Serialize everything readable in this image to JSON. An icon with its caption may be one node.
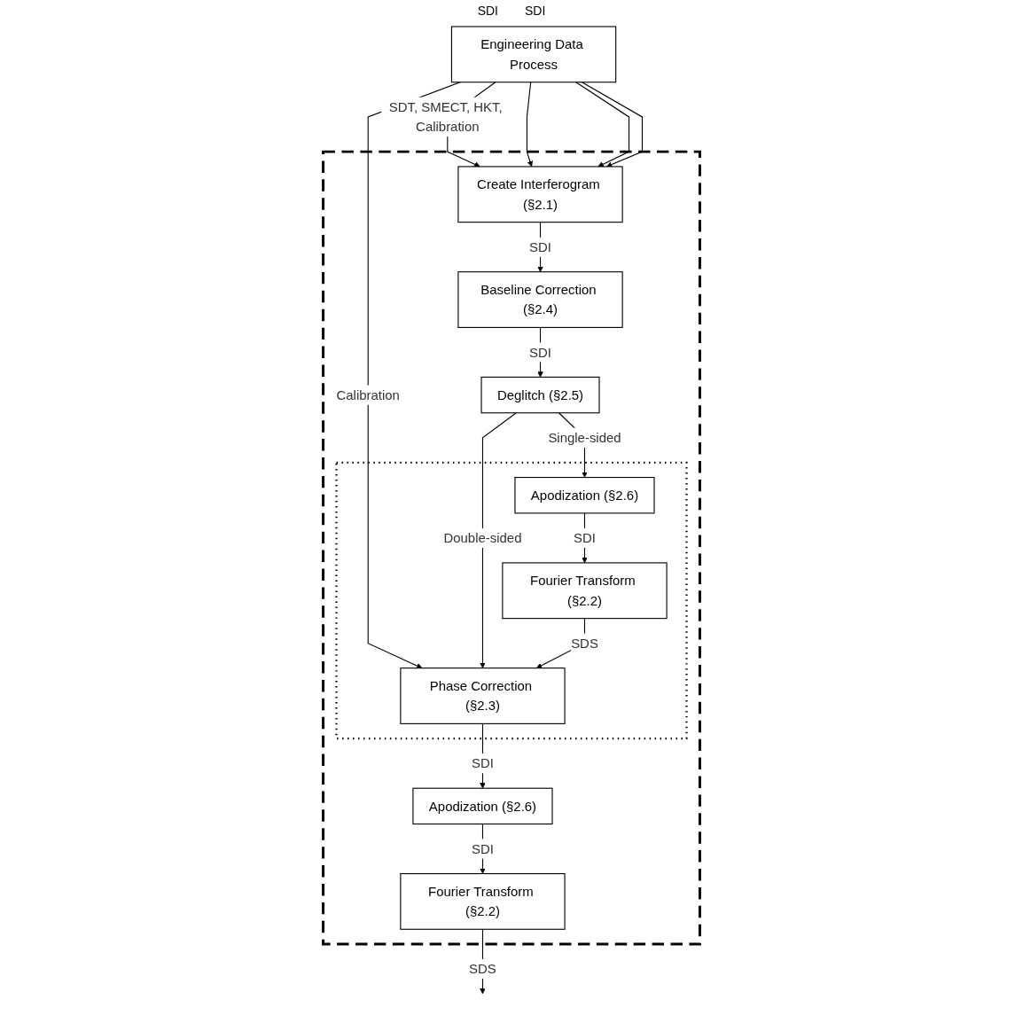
{
  "diagram": {
    "nodes": [
      {
        "text": [
          "Engineering Data Process"
        ]
      },
      {
        "text": [],
        "shape": "box"
      },
      {
        "text": [
          "Create Interferogram (§2.1)"
        ],
        "in": 1
      },
      {
        "text": [
          "Baseline Correction (§2.4)"
        ],
        "in": 1
      },
      {
        "text": [
          "Deglitch (§2.5)"
        ],
        "in": 1
      },
      {
        "text": [],
        "shape": "ellipse",
        "in": 1
      },
      {
        "text": [
          "Apodization (§2.6)"
        ],
        "in": 5
      },
      {
        "text": [
          "Fourier Transform (§2.2)"
        ],
        "in": 5
      },
      {
        "text": [
          "Phase Correction (§2.3)"
        ],
        "in": 5
      },
      {
        "text": [
          "Apodization (§2.6)"
        ],
        "in": 1
      },
      {
        "text": [
          "Fourier Transform (§2.2)"
        ],
        "in": 1
      }
    ],
    "edges": [
      {
        "from": 0,
        "to": 2,
        "arrow": "to",
        "label": "SDT, SMECT, HKT, Calibration"
      },
      {
        "from": 0,
        "to": 2,
        "arrow": "to"
      },
      {
        "from": 0,
        "to": 2,
        "arrow": "to"
      },
      {
        "from": 0,
        "to": 2,
        "arrow": "to"
      },
      {
        "from": 0,
        "to": 8,
        "arrow": "to",
        "label": "Calibration"
      },
      {
        "from": 2,
        "to": 3,
        "arrow": "to",
        "label": "SDI"
      },
      {
        "from": 3,
        "to": 4,
        "arrow": "to",
        "label": "SDI"
      },
      {
        "from": 4,
        "to": 8,
        "arrow": "to",
        "label": "Double-sided"
      },
      {
        "from": 4,
        "to": 6,
        "arrow": "to",
        "label": "Single-sided"
      },
      {
        "from": 6,
        "to": 7,
        "arrow": "to",
        "label": "SDI"
      },
      {
        "from": 7,
        "to": 8,
        "arrow": "to",
        "label": "SDS"
      },
      {
        "from": 8,
        "to": 9,
        "arrow": "to",
        "label": "SDI"
      },
      {
        "from": 9,
        "to": 10,
        "arrow": "to",
        "label": "SDI"
      },
      {
        "from": 10,
        "to": null,
        "arrow": "to",
        "label": "SDS"
      }
    ],
    "labels": [
      "SDI",
      "SDI"
    ]
  }
}
